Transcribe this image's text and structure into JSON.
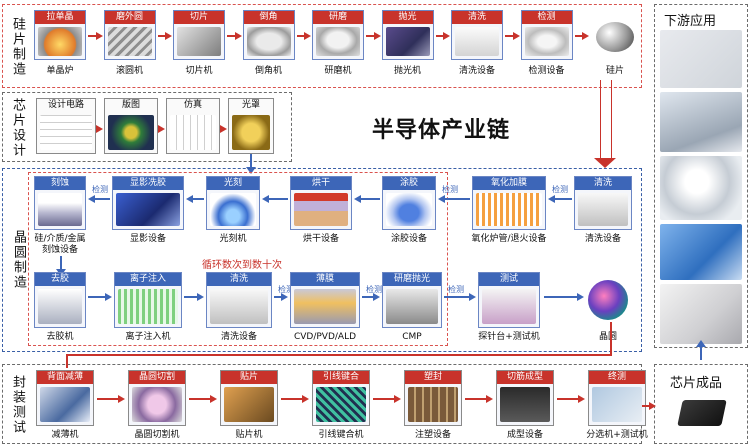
{
  "title": "半导体产业链",
  "sections": {
    "wafer_making": "硅片制造",
    "chip_design": "芯片设计",
    "wafer_fab": "晶圆制造",
    "packaging_test": "封装测试",
    "downstream": "下游应用",
    "finished_chip": "芯片成品"
  },
  "row1": {
    "steps": [
      "拉单晶",
      "磨外圆",
      "切片",
      "倒角",
      "研磨",
      "抛光",
      "清洗",
      "检测"
    ],
    "captions": [
      "单晶炉",
      "滚圆机",
      "切片机",
      "倒角机",
      "研磨机",
      "抛光机",
      "清洗设备",
      "检测设备",
      "硅片"
    ]
  },
  "design": {
    "steps": [
      "设计电路",
      "版图",
      "仿真",
      "光罩"
    ]
  },
  "fab": {
    "top_steps": [
      "刻蚀",
      "显影冼胶",
      "光刻",
      "烘干",
      "涂胶",
      "氧化加膜",
      "清洗"
    ],
    "top_captions": [
      "硅/介质/金属\n刻蚀设备",
      "显影设备",
      "光刻机",
      "烘干设备",
      "涂胶设备",
      "氧化炉管/退火设备",
      "清洗设备"
    ],
    "bottom_steps": [
      "去胶",
      "离子注入",
      "清洗",
      "薄膜",
      "研磨抛光",
      "测试"
    ],
    "bottom_captions": [
      "去胶机",
      "离子注入机",
      "清洗设备",
      "CVD/PVD/ALD",
      "CMP",
      "探针台+测试机",
      "晶圆"
    ],
    "detect": "检测",
    "loop_note": "循环数次到数十次"
  },
  "package": {
    "steps": [
      "背面减薄",
      "晶圆切割",
      "贴片",
      "引线键合",
      "塑封",
      "切筋成型",
      "终测"
    ],
    "captions": [
      "减薄机",
      "晶圆切割机",
      "贴片机",
      "引线键合机",
      "注塑设备",
      "成型设备",
      "分选机+测试机"
    ]
  },
  "colors": {
    "blue": "#3d66b8",
    "red": "#c8332b",
    "dash_blue": "#3a5fa6"
  }
}
